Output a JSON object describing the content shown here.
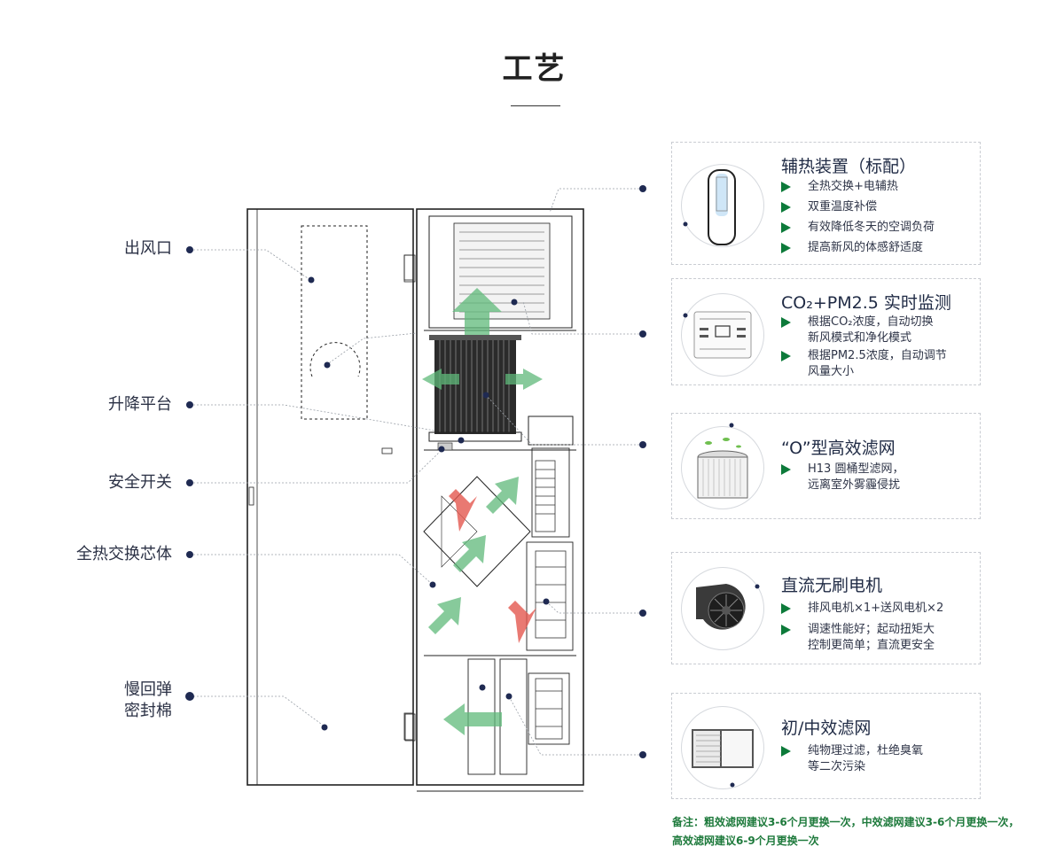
{
  "page": {
    "title": "工艺"
  },
  "left_labels": [
    {
      "id": "outlet",
      "text": "出风口"
    },
    {
      "id": "lift",
      "text": "升降平台"
    },
    {
      "id": "switch",
      "text": "安全开关"
    },
    {
      "id": "core",
      "text": "全热交换芯体"
    },
    {
      "id": "seal",
      "text": "慢回弹\n密封棉"
    }
  ],
  "cards": [
    {
      "id": "heater",
      "title": "辅热装置（标配）",
      "bullets": [
        "全热交换+电辅热",
        "双重温度补偿",
        "有效降低冬天的空调负荷",
        "提高新风的体感舒适度"
      ],
      "icon": "heater-icon"
    },
    {
      "id": "monitor",
      "title": "CO₂+PM2.5 实时监测",
      "bullets": [
        "根据CO₂浓度，自动切换\n新风模式和净化模式",
        "根据PM2.5浓度，自动调节\n风量大小"
      ],
      "icon": "display-panel-icon"
    },
    {
      "id": "hepa",
      "title": "“O”型高效滤网",
      "bullets": [
        "H13 圆桶型滤网，\n远离室外雾霾侵扰"
      ],
      "icon": "cylinder-filter-icon"
    },
    {
      "id": "motor",
      "title": "直流无刷电机",
      "bullets": [
        "排风电机×1+送风电机×2",
        "调速性能好；起动扭矩大\n控制更简单；直流更安全"
      ],
      "icon": "blower-motor-icon"
    },
    {
      "id": "prefilter",
      "title": "初/中效滤网",
      "bullets": [
        "纯物理过滤，杜绝臭氧\n等二次污染"
      ],
      "icon": "panel-filter-icon"
    }
  ],
  "note": {
    "line1": "备注：粗效滤网建议3-6个月更换一次，中效滤网建议3-6个月更换一次，",
    "line2": "高效滤网建议6-9个月更换一次"
  },
  "colors": {
    "dot": "#1f2a52",
    "accent_green": "#0d7a3a",
    "arrow_green": "#5fb97a",
    "arrow_red": "#e4574f"
  }
}
